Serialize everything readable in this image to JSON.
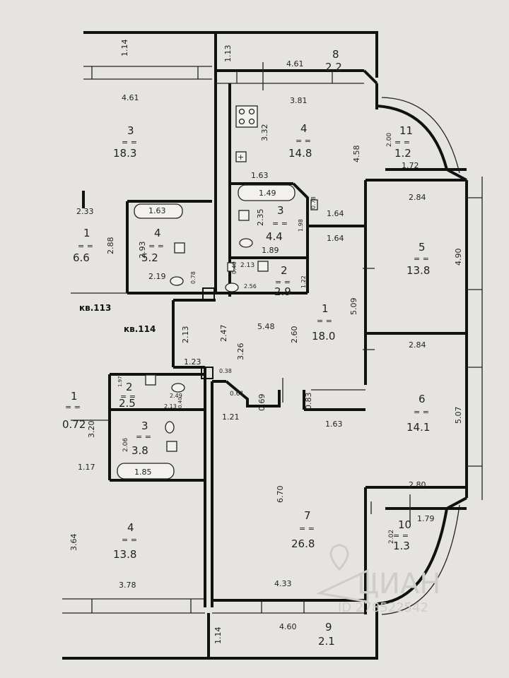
{
  "apartment_labels": {
    "kv113": "кв.113",
    "kv114": "кв.114"
  },
  "rooms": [
    {
      "key": "r3_left",
      "number": "3",
      "area": "18.3"
    },
    {
      "key": "r1_left",
      "number": "1",
      "area": "6.6"
    },
    {
      "key": "r4_left",
      "number": "4",
      "area": "5.2"
    },
    {
      "key": "r4_kitchen",
      "number": "4",
      "area": "14.8"
    },
    {
      "key": "r3_bath",
      "number": "3",
      "area": "4.4"
    },
    {
      "key": "r2_wc",
      "number": "2",
      "area": "2.9"
    },
    {
      "key": "r8_balcony",
      "number": "8",
      "area": "2.2"
    },
    {
      "key": "r11_bay",
      "number": "11",
      "area": "1.2"
    },
    {
      "key": "r5",
      "number": "5",
      "area": "13.8"
    },
    {
      "key": "r1_hall",
      "number": "1",
      "area": "18.0"
    },
    {
      "key": "r6",
      "number": "6",
      "area": "14.1"
    },
    {
      "key": "r7",
      "number": "7",
      "area": "26.8"
    },
    {
      "key": "r10_bay",
      "number": "10",
      "area": "1.3"
    },
    {
      "key": "r9_balcony",
      "number": "9",
      "area": "2.1"
    },
    {
      "key": "r2_low_left",
      "number": "2",
      "area": "2.5"
    },
    {
      "key": "r1_low_left",
      "number": "1",
      "area": "0.72"
    },
    {
      "key": "r3_low_left",
      "number": "3",
      "area": "3.8"
    },
    {
      "key": "r4_low_left",
      "number": "4",
      "area": "13.8"
    }
  ],
  "dimensions": {
    "d_1_14_top": "1.14",
    "d_1_13": "1.13",
    "d_4_61_top": "4.61",
    "d_4_61_left": "4.61",
    "d_3_81": "3.81",
    "d_3_32": "3.32",
    "d_4_58": "4.58",
    "d_1_63_kitchen": "1.63",
    "d_1_49": "1.49",
    "d_0_78_a": "0.78",
    "d_1_64_a": "1.64",
    "d_1_64_b": "1.64",
    "d_2_35": "2.35",
    "d_1_98": "1.98",
    "d_1_89": "1.89",
    "d_2_00": "2.00",
    "d_1_72": "1.72",
    "d_2_84_top": "2.84",
    "d_4_90": "4.90",
    "d_2_33": "2.33",
    "d_1_63_bath": "1.63",
    "d_2_88": "2.88",
    "d_2_93": "2.93",
    "d_2_19": "2.19",
    "d_0_78_b": "0.78",
    "d_0_40_a": "0.40",
    "d_2_13_a": "2.13",
    "d_2_56": "2.56",
    "d_1_22": "1.22",
    "d_5_09": "5.09",
    "d_2_13_b": "2.13",
    "d_2_47": "2.47",
    "d_5_48": "5.48",
    "d_3_26": "3.26",
    "d_2_60": "2.60",
    "d_2_84_mid": "2.84",
    "d_1_23": "1.23",
    "d_0_38": "0.38",
    "d_1_97": "1.97",
    "d_2_49": "2.49",
    "d_0_40_b": "0.40",
    "d_2_13_c": "2.13",
    "d_0_61": "0.61",
    "d_0_69": "0.69",
    "d_0_83": "0.83",
    "d_1_21": "1.21",
    "d_1_63_low": "1.63",
    "d_5_07": "5.07",
    "d_3_20": "3.20",
    "d_2_06": "2.06",
    "d_1_17": "1.17",
    "d_1_85": "1.85",
    "d_2_80": "2.80",
    "d_6_70": "6.70",
    "d_1_79": "1.79",
    "d_2_02": "2.02",
    "d_3_64": "3.64",
    "d_3_78": "3.78",
    "d_4_33": "4.33",
    "d_1_14_bottom": "1.14",
    "d_4_60": "4.60"
  },
  "watermark": {
    "brand": "ЦИАН",
    "id": "ID 278522542"
  },
  "colors": {
    "paper": "#e6e4e0",
    "ink": "#111111",
    "watermark": "#cfcdc9"
  }
}
